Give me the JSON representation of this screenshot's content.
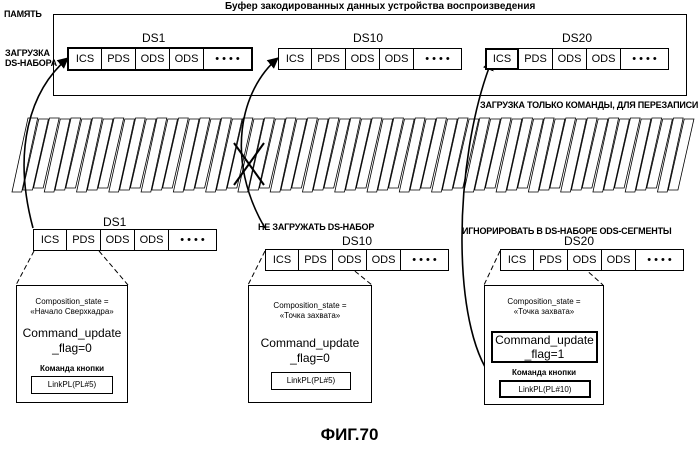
{
  "labels": {
    "memory": "ПАМЯТЬ",
    "buffer_title": "Буфер закодированных данных устройства воспроизведения",
    "load_ds_1": "ЗАГРУЗКА",
    "load_ds_2": "DS-НАБОРА",
    "load_cmd_only": "ЗАГРУЗКА ТОЛЬКО КОМАНДЫ, ДЛЯ ПЕРЕЗАПИСИ",
    "no_load": "НЕ ЗАГРУЖАТЬ DS-НАБОР",
    "ignore_ods": "ИГНОРИРОВАТЬ В DS-НАБОРЕ ODS-СЕГМЕНТЫ",
    "figure": "ФИГ.70"
  },
  "segments": {
    "ics": "ICS",
    "pds": "PDS",
    "ods": "ODS",
    "more": "• • • •"
  },
  "buffer_sets": [
    {
      "name": "DS1"
    },
    {
      "name": "DS10"
    },
    {
      "name": "DS20"
    }
  ],
  "stream_sets": [
    {
      "name": "DS1"
    },
    {
      "name": "DS10"
    },
    {
      "name": "DS20"
    }
  ],
  "panels": [
    {
      "cs_label": "Composition_state =",
      "cs_value": "«Начало Сверхкадра»",
      "cuf_1": "Command_update",
      "cuf_2": "_flag=0",
      "button_label": "Команда кнопки",
      "link": "LinkPL(PL#5)"
    },
    {
      "cs_label": "Composition_state =",
      "cs_value": "«Точка захвата»",
      "cuf_1": "Command_update",
      "cuf_2": "_flag=0",
      "button_label": "",
      "link": "LinkPL(PL#5)"
    },
    {
      "cs_label": "Composition_state =",
      "cs_value": "«Точка захвата»",
      "cuf_1": "Command_update",
      "cuf_2": "_flag=1",
      "button_label": "Команда кнопки",
      "link": "LinkPL(PL#10)"
    }
  ]
}
